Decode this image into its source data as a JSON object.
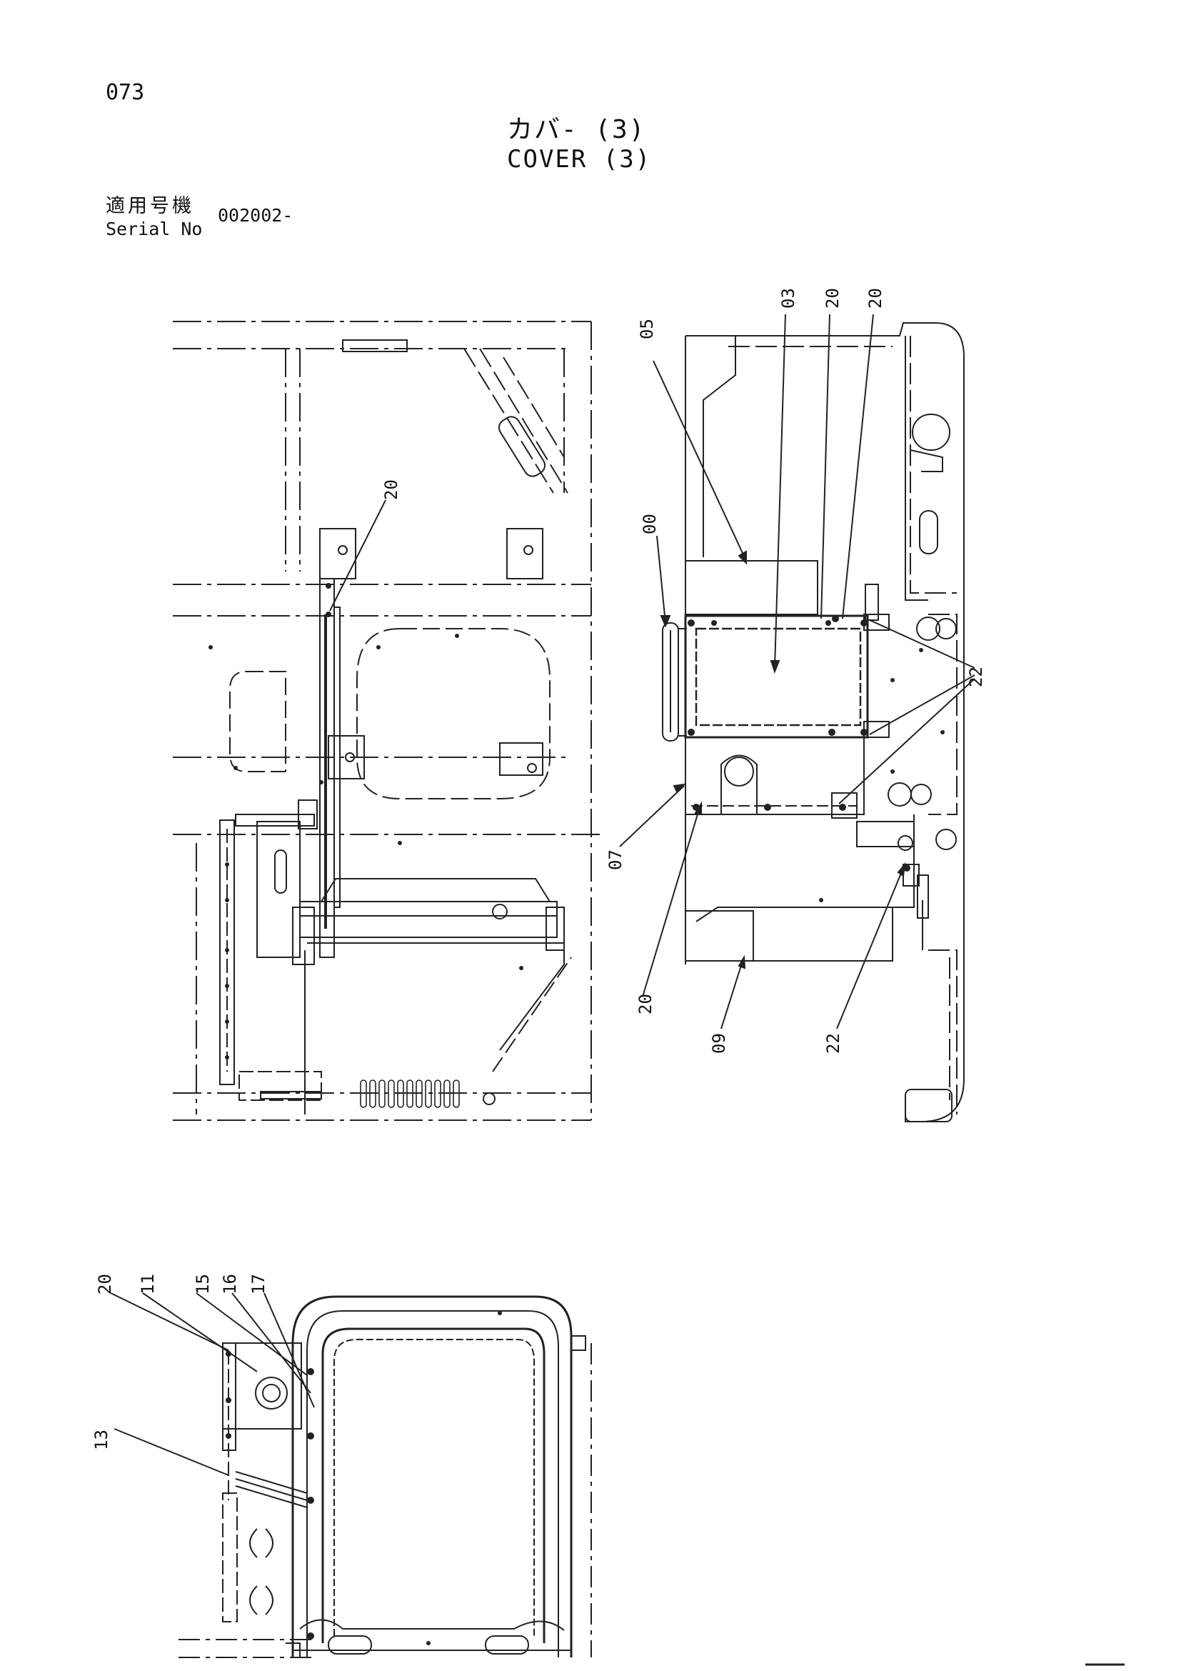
{
  "header": {
    "page_number": "073",
    "title_jp": "カバ- (3)",
    "title_en": "COVER (3)",
    "serial_label_jp": "適用号機",
    "serial_label_en": "Serial No",
    "serial_value": "002002-"
  },
  "callouts": {
    "left_view": [
      "20"
    ],
    "right_view": [
      "05",
      "03",
      "20",
      "20",
      "00",
      "22",
      "07",
      "20",
      "09",
      "22"
    ],
    "bottom_view": [
      "20",
      "11",
      "15",
      "16",
      "17",
      "13"
    ]
  }
}
